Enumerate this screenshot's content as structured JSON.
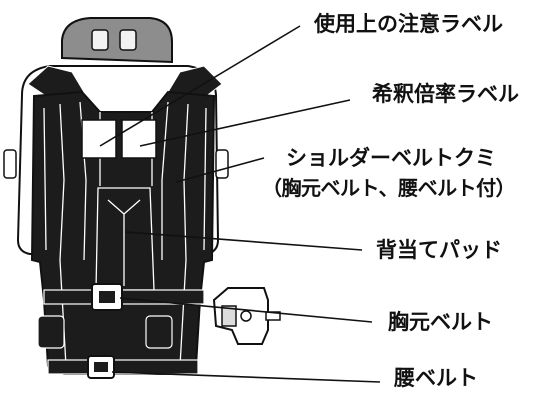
{
  "diagram": {
    "colors": {
      "ink": "#111111",
      "body": "#1c1c1c",
      "outline": "#111111",
      "highlight": "#ffffff",
      "paper": "#ffffff"
    },
    "callouts": [
      {
        "id": "caution-label",
        "text": "使用上の注意ラベル"
      },
      {
        "id": "dilution-label",
        "text": "希釈倍率ラベル"
      },
      {
        "id": "shoulder-belt",
        "text": "ショルダーベルトクミ"
      },
      {
        "id": "shoulder-belt-note",
        "text": "（胸元ベルト、腰ベルト付）"
      },
      {
        "id": "back-pad",
        "text": "背当てパッド"
      },
      {
        "id": "chest-belt",
        "text": "胸元ベルト"
      },
      {
        "id": "waist-belt",
        "text": "腰ベルト"
      }
    ]
  }
}
